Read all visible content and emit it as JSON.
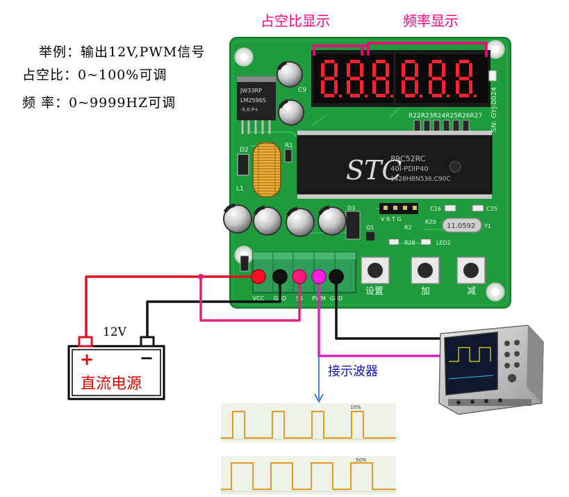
{
  "description": {
    "line1": "举例：输出12V,PWM信号",
    "line2": "占空比：0~100%可调",
    "line3": "频    率：0~9999HZ可调"
  },
  "headers": {
    "duty_display": "占空比显示",
    "freq_display": "频率显示"
  },
  "board": {
    "chip_brand": "STC",
    "chip_line1": "89C52RC",
    "chip_line2": "40I-PDIP40",
    "chip_line3": "1428HBN536.C90C",
    "regulator_line1": "JW33RP",
    "regulator_line2": "LM2596S",
    "regulator_line3": "-5.0    P+",
    "crystal": "11.0592",
    "serial": "SN: GYJ-0024",
    "resistor_row": "R22R23R24R25R26R27",
    "terminal_labels": [
      "VCC",
      "GND",
      "SS",
      "PWM",
      "GND"
    ],
    "silks": [
      "C9",
      "D2",
      "L1",
      "R1",
      "D3",
      "V",
      "R",
      "T",
      "G",
      "Q1",
      "R2",
      "R28",
      "LED2",
      "R29",
      "C16",
      "C15",
      "Y1"
    ],
    "button_labels": [
      "设置",
      "加",
      "减"
    ]
  },
  "battery": {
    "voltage_label": "12V",
    "plus_sign": "+",
    "minus_sign": "−",
    "name": "直流电源"
  },
  "scope_label": "接示波器",
  "waveforms": {
    "top_label": "10%",
    "bottom_label": "50%"
  },
  "colors": {
    "pcb_green": "#1f9a3d",
    "wire_red": "#e01020",
    "wire_black": "#111111",
    "wire_pink": "#e0207a",
    "wire_magenta": "#e020c0",
    "header_magenta": "#ff0080",
    "segment_red": "#ff2030"
  },
  "icons": [
    "oscilloscope-icon",
    "battery-icon",
    "pcb-board-icon",
    "push-button-icon"
  ]
}
